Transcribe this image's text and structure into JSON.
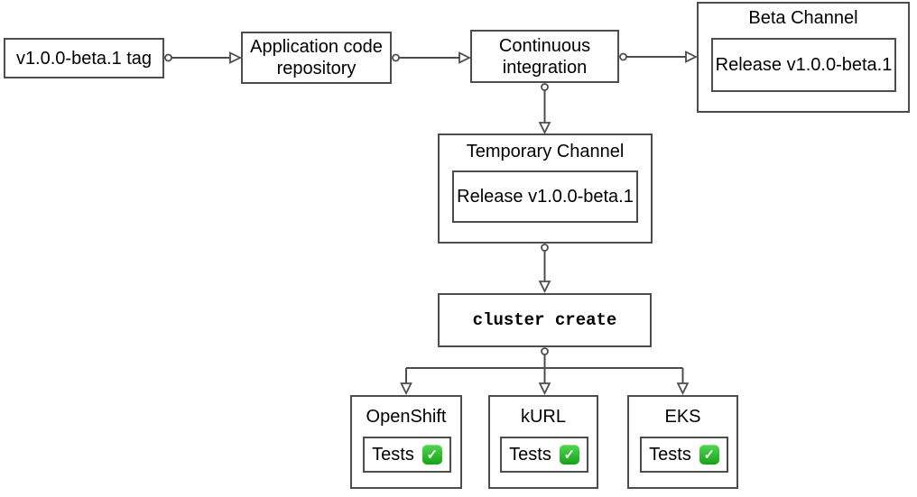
{
  "nodes": {
    "tag": {
      "label": "v1.0.0-beta.1 tag"
    },
    "repo": {
      "label": "Application code repository"
    },
    "ci": {
      "label": "Continuous integration"
    },
    "beta_channel": {
      "title": "Beta Channel",
      "release": "Release v1.0.0-beta.1"
    },
    "temp_channel": {
      "title": "Temporary Channel",
      "release": "Release v1.0.0-beta.1"
    },
    "cluster": {
      "label": "cluster create"
    },
    "clusters": [
      {
        "title": "OpenShift",
        "tests_label": "Tests",
        "status": "passed"
      },
      {
        "title": "kURL",
        "tests_label": "Tests",
        "status": "passed"
      },
      {
        "title": "EKS",
        "tests_label": "Tests",
        "status": "passed"
      }
    ]
  },
  "edges": [
    {
      "from": "v1.0.0-beta.1 tag",
      "to": "Application code repository"
    },
    {
      "from": "Application code repository",
      "to": "Continuous integration"
    },
    {
      "from": "Continuous integration",
      "to": "Beta Channel"
    },
    {
      "from": "Continuous integration",
      "to": "Temporary Channel"
    },
    {
      "from": "Temporary Channel",
      "to": "cluster create"
    },
    {
      "from": "cluster create",
      "to": "OpenShift"
    },
    {
      "from": "cluster create",
      "to": "kURL"
    },
    {
      "from": "cluster create",
      "to": "EKS"
    }
  ],
  "icons": {
    "check_glyph": "✓",
    "check_name": "check-mark-button"
  },
  "colors": {
    "background": "#ffffff",
    "text": "#000000",
    "border": "#4d4d4d",
    "connector": "#4d4d4d",
    "check_green_light": "#52d652",
    "check_green_dark": "#16a316",
    "check_mark": "#ffffff"
  }
}
